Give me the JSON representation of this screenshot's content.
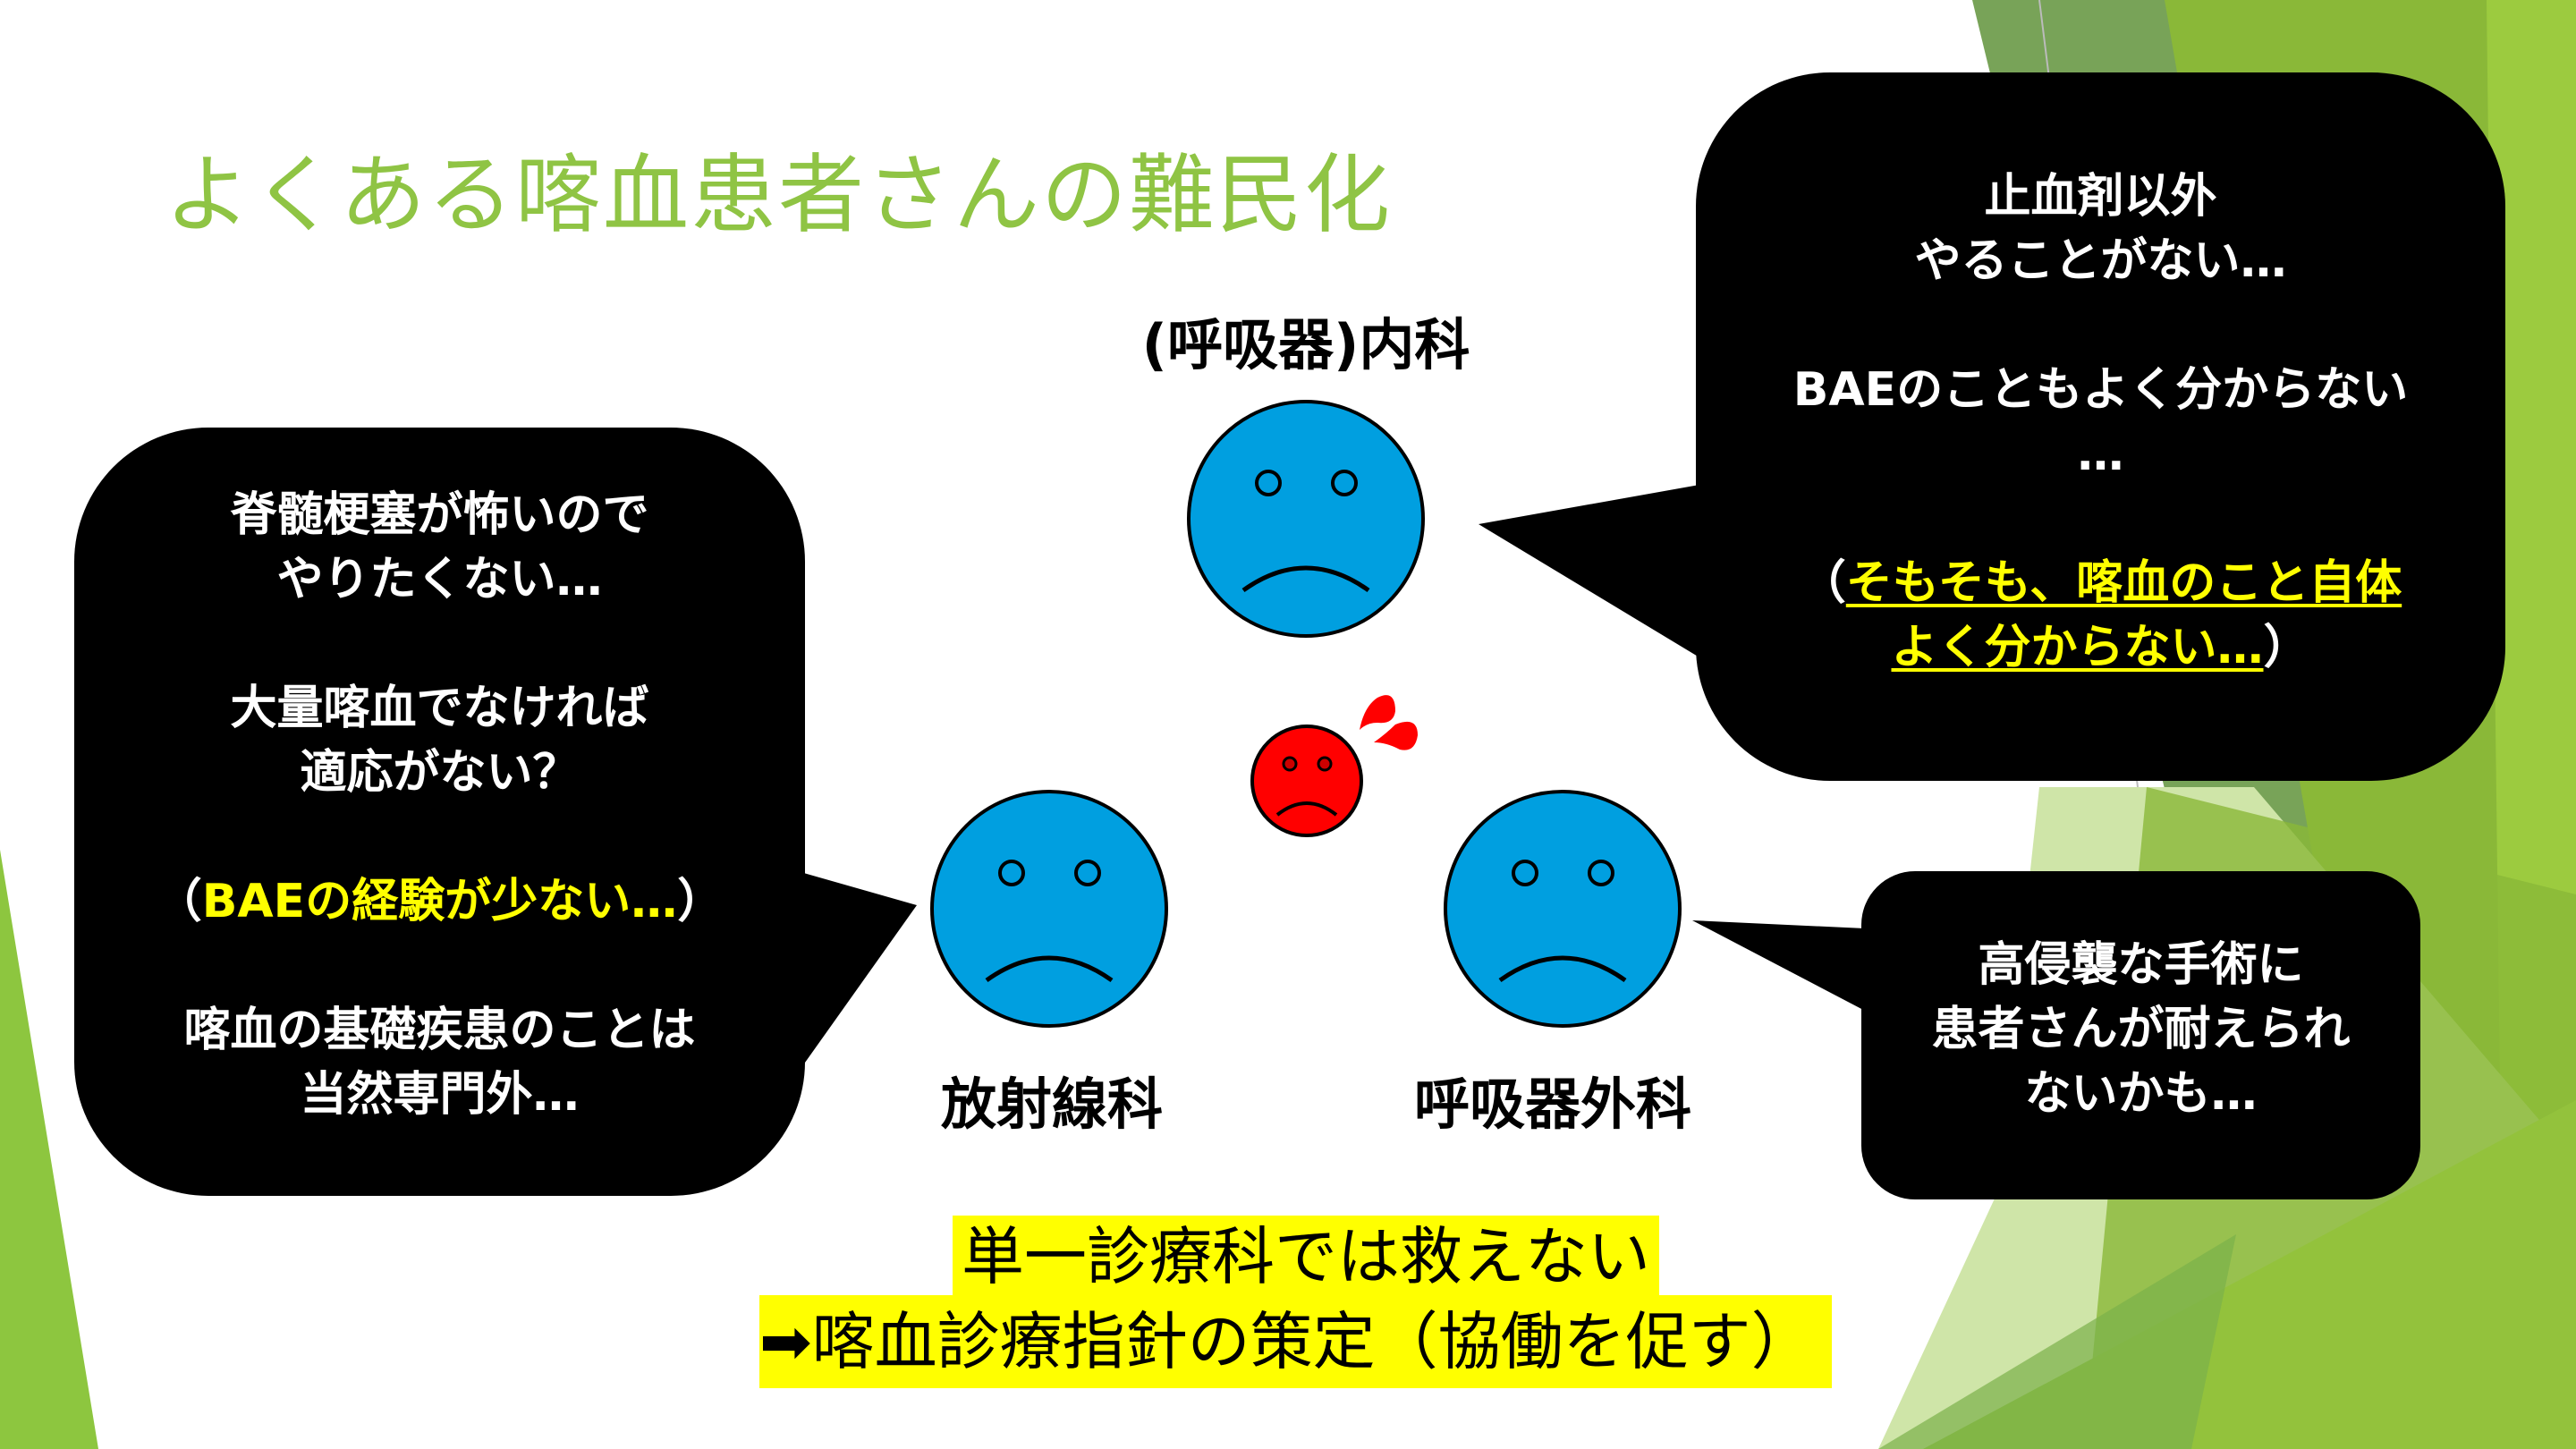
{
  "slide": {
    "title": "よくある喀血患者さんの難民化",
    "colors": {
      "title": "#8fc444",
      "face_blue": "#009fe0",
      "face_red": "#ff0000",
      "highlight": "#ffff00",
      "bubble": "#000000"
    },
    "departments": {
      "internal": "(呼吸器)内科",
      "radiology": "放射線科",
      "surgery": "呼吸器外科"
    },
    "bubbles": {
      "left": {
        "lines": [
          "脊髄梗塞が怖いので",
          "やりたくない…",
          "大量喀血でなければ",
          "適応がない？"
        ],
        "paren_open": "（",
        "highlight": "BAEの経験が少ない…",
        "paren_close": "）",
        "tail_lines": [
          "喀血の基礎疾患のことは",
          "当然専門外…"
        ]
      },
      "right_top": {
        "lines": [
          "止血剤以外",
          "やることがない…",
          "BAEのこともよく分からない",
          "…"
        ],
        "paren_open": "（",
        "highlight_1": "そもそも、喀血のこと自体",
        "highlight_2": "よく分からない…",
        "paren_close": "）"
      },
      "right_bottom": {
        "lines": [
          "高侵襲な手術に",
          "患者さんが耐えられ",
          "ないかも…"
        ]
      }
    },
    "conclusion": {
      "line1": "単一診療科では救えない",
      "arrow": "➡",
      "line2": "喀血診療指針の策定（協働を促す）"
    }
  }
}
